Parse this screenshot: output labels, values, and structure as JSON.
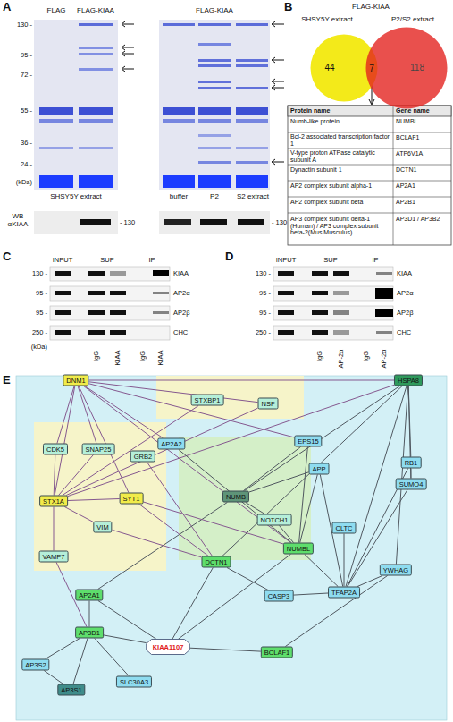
{
  "diagram": {
    "nodes": [
      {
        "text": [
          "44"
        ]
      },
      {
        "text": [
          "118"
        ]
      },
      {
        "text": [
          "DNM1"
        ]
      },
      {
        "text": [
          "HSPA8"
        ]
      },
      {
        "text": [
          "STXBP1"
        ]
      },
      {
        "text": [
          "NSF"
        ]
      },
      {
        "text": [
          "EPS15"
        ]
      },
      {
        "text": [
          "AP2A2"
        ]
      },
      {
        "text": [
          "CDK5"
        ]
      },
      {
        "text": [
          "SNAP25"
        ]
      },
      {
        "text": [
          "GRB2"
        ]
      },
      {
        "text": [
          "RB1"
        ]
      },
      {
        "text": [
          "APP"
        ]
      },
      {
        "text": [
          "SUMO4"
        ]
      },
      {
        "text": [
          "NUMB"
        ]
      },
      {
        "text": [
          "SYT1"
        ]
      },
      {
        "text": [
          "STX1A"
        ]
      },
      {
        "text": [
          "NOTCH1"
        ]
      },
      {
        "text": [
          "VIM"
        ]
      },
      {
        "text": [
          "CLTC"
        ]
      },
      {
        "text": [
          "NUMBL"
        ]
      },
      {
        "text": [
          "VAMP7"
        ]
      },
      {
        "text": [
          "DCTN1"
        ]
      },
      {
        "text": [
          "YWHAG"
        ]
      },
      {
        "text": [
          "TFAP2A"
        ]
      },
      {
        "text": [
          "AP2A1"
        ]
      },
      {
        "text": [
          "CASP3"
        ]
      },
      {
        "text": [
          "AP3D1"
        ]
      },
      {
        "text": [
          "KIAA1107"
        ]
      },
      {
        "text": [
          "BCLAF1"
        ]
      },
      {
        "text": [
          "AP3S2"
        ]
      },
      {
        "text": [
          "SLC30A3"
        ]
      },
      {
        "text": [
          "AP3S1"
        ]
      }
    ],
    "edges": [
      {
        "from": 2,
        "to": 3,
        "arrow": "none"
      },
      {
        "from": 2,
        "to": 5,
        "arrow": "none"
      },
      {
        "from": 2,
        "to": 6,
        "arrow": "none"
      },
      {
        "from": 2,
        "to": 7,
        "arrow": "none"
      },
      {
        "from": 2,
        "to": 8,
        "arrow": "none"
      },
      {
        "from": 2,
        "to": 9,
        "arrow": "none"
      },
      {
        "from": 2,
        "to": 15,
        "arrow": "none"
      },
      {
        "from": 2,
        "to": 16,
        "arrow": "none"
      },
      {
        "from": 2,
        "to": 20,
        "arrow": "none"
      },
      {
        "from": 4,
        "to": 16,
        "arrow": "none"
      },
      {
        "from": 5,
        "to": 16,
        "arrow": "none"
      },
      {
        "from": 3,
        "to": 11,
        "arrow": "none"
      },
      {
        "from": 3,
        "to": 13,
        "arrow": "none"
      },
      {
        "from": 3,
        "to": 14,
        "arrow": "none"
      },
      {
        "from": 3,
        "to": 16,
        "arrow": "none"
      },
      {
        "from": 3,
        "to": 22,
        "arrow": "none"
      },
      {
        "from": 3,
        "to": 23,
        "arrow": "none"
      },
      {
        "from": 3,
        "to": 24,
        "arrow": "none"
      },
      {
        "from": 6,
        "to": 14,
        "arrow": "none"
      },
      {
        "from": 6,
        "to": 20,
        "arrow": "none"
      },
      {
        "from": 7,
        "to": 20,
        "arrow": "none"
      },
      {
        "from": 8,
        "to": 16,
        "arrow": "none"
      },
      {
        "from": 9,
        "to": 16,
        "arrow": "none"
      },
      {
        "from": 10,
        "to": 22,
        "arrow": "none"
      },
      {
        "from": 11,
        "to": 13,
        "arrow": "none"
      },
      {
        "from": 11,
        "to": 24,
        "arrow": "none"
      },
      {
        "from": 12,
        "to": 14,
        "arrow": "none"
      },
      {
        "from": 12,
        "to": 20,
        "arrow": "none"
      },
      {
        "from": 12,
        "to": 24,
        "arrow": "none"
      },
      {
        "from": 13,
        "to": 24,
        "arrow": "none"
      },
      {
        "from": 14,
        "to": 17,
        "arrow": "none"
      },
      {
        "from": 14,
        "to": 25,
        "arrow": "none"
      },
      {
        "from": 15,
        "to": 16,
        "arrow": "none"
      },
      {
        "from": 15,
        "to": 20,
        "arrow": "none"
      },
      {
        "from": 15,
        "to": 22,
        "arrow": "none"
      },
      {
        "from": 16,
        "to": 18,
        "arrow": "none"
      },
      {
        "from": 16,
        "to": 21,
        "arrow": "none"
      },
      {
        "from": 17,
        "to": 20,
        "arrow": "none"
      },
      {
        "from": 18,
        "to": 22,
        "arrow": "none"
      },
      {
        "from": 19,
        "to": 24,
        "arrow": "none"
      },
      {
        "from": 20,
        "to": 24,
        "arrow": "none"
      },
      {
        "from": 20,
        "to": 28,
        "arrow": "none"
      },
      {
        "from": 21,
        "to": 27,
        "arrow": "none"
      },
      {
        "from": 22,
        "to": 26,
        "arrow": "none"
      },
      {
        "from": 22,
        "to": 28,
        "arrow": "none"
      },
      {
        "from": 23,
        "to": 24,
        "arrow": "none"
      },
      {
        "from": 23,
        "to": 29,
        "arrow": "none"
      },
      {
        "from": 24,
        "to": 26,
        "arrow": "none"
      },
      {
        "from": 25,
        "to": 27,
        "arrow": "none"
      },
      {
        "from": 25,
        "to": 28,
        "arrow": "none"
      },
      {
        "from": 27,
        "to": 28,
        "arrow": "none"
      },
      {
        "from": 27,
        "to": 30,
        "arrow": "none"
      },
      {
        "from": 27,
        "to": 31,
        "arrow": "none"
      },
      {
        "from": 27,
        "to": 32,
        "arrow": "none"
      },
      {
        "from": 28,
        "to": 29,
        "arrow": "none"
      },
      {
        "from": 30,
        "to": 32,
        "arrow": "none"
      }
    ],
    "labels": [
      "A",
      "FLAG",
      "FLAG-KIAA",
      "130 -",
      "95 -",
      "72 -",
      "55 -",
      "36 -",
      "24 -",
      "(kDa)",
      "SHSY5Y extract",
      "FLAG-KIAA",
      "buffer",
      "P2",
      "S2 extract",
      "WB αKIAA",
      "- 130",
      "- 130",
      "B",
      "FLAG-KIAA",
      "SHSY5Y extract",
      "P2/S2 extract",
      "7",
      "Protein name",
      "Gene name",
      "Numb-like protein",
      "NUMBL",
      "Bcl-2 associated transcription factor 1",
      "BCLAF1",
      "V-type proton ATPase catalytic subunit A",
      "ATP6V1A",
      "Dynactin subunit 1",
      "DCTN1",
      "AP2 complex subunit alpha-1",
      "AP2A1",
      "AP2 complex subunit beta",
      "AP2B1",
      "AP3 complex subunit delta-1 (Human) / AP3 complex subunit beta-2(Mus Musculus)",
      "AP3D1 / AP3B2",
      "C",
      "INPUT",
      "SUP",
      "IP",
      "KIAA",
      "AP2α",
      "AP2β",
      "CHC",
      "130 -",
      "95 -",
      "95 -",
      "250 -",
      "(kDa)",
      "IgG",
      "KIAA",
      "IgG",
      "KIAA",
      "D",
      "INPUT",
      "SUP",
      "IP",
      "KIAA",
      "AP2α",
      "AP2β",
      "CHC",
      "130 -",
      "95 -",
      "95 -",
      "250 -",
      "IgG",
      "AP-2α",
      "IgG",
      "AP-2α",
      "E"
    ]
  }
}
